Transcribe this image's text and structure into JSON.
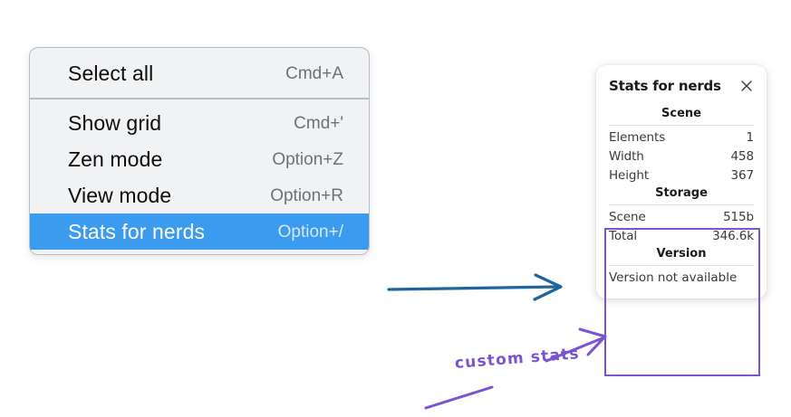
{
  "context_menu": {
    "groups": [
      {
        "items": [
          {
            "label": "Select all",
            "shortcut": "Cmd+A",
            "selected": false
          }
        ]
      },
      {
        "items": [
          {
            "label": "Show grid",
            "shortcut": "Cmd+'",
            "selected": false
          },
          {
            "label": "Zen mode",
            "shortcut": "Option+Z",
            "selected": false
          },
          {
            "label": "View mode",
            "shortcut": "Option+R",
            "selected": false
          },
          {
            "label": "Stats for nerds",
            "shortcut": "Option+/",
            "selected": true
          }
        ]
      }
    ],
    "highlight_color": "#3b9bef"
  },
  "stats_panel": {
    "title": "Stats for nerds",
    "close_icon": "close-icon",
    "sections": [
      {
        "heading": "Scene",
        "rows": [
          {
            "key": "Elements",
            "value": "1"
          },
          {
            "key": "Width",
            "value": "458"
          },
          {
            "key": "Height",
            "value": "367"
          }
        ]
      },
      {
        "heading": "Storage",
        "rows": [
          {
            "key": "Scene",
            "value": "515b"
          },
          {
            "key": "Total",
            "value": "346.6k"
          }
        ]
      },
      {
        "heading": "Version",
        "note": "Version not available"
      }
    ]
  },
  "annotations": {
    "custom_stats_label": "custom stats",
    "purple_color": "#7a52d6",
    "blue_arrow_color": "#1f639f"
  }
}
